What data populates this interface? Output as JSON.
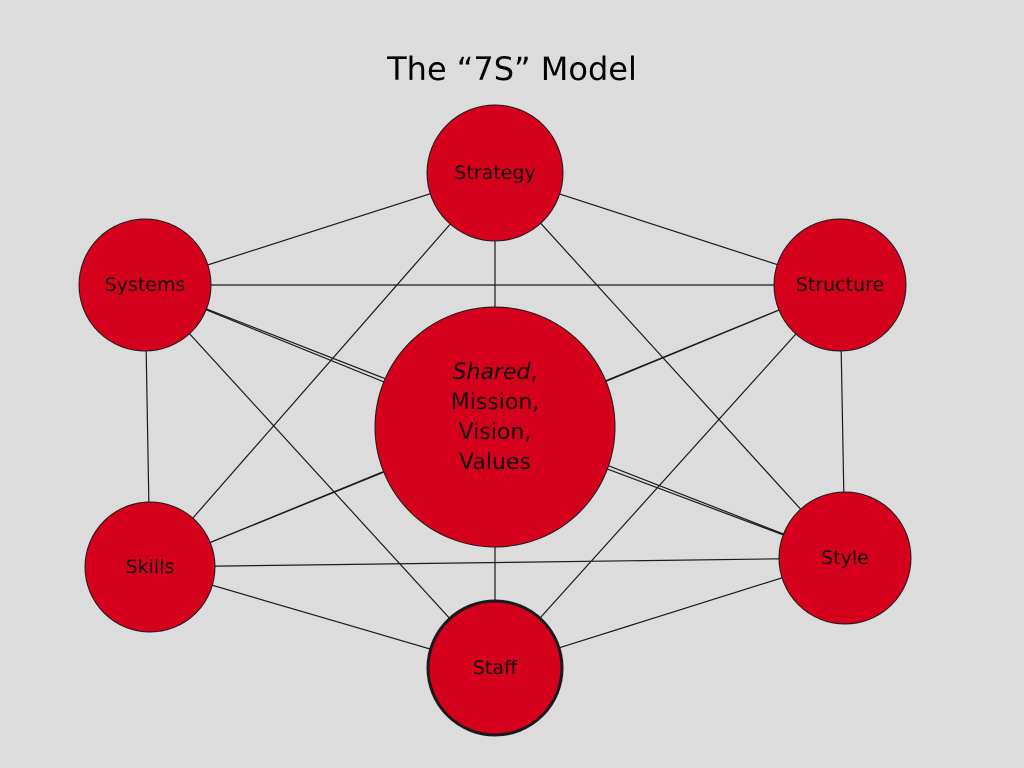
{
  "title": "The “7S” Model",
  "colors": {
    "node_fill": "#d5001c",
    "node_stroke": "#1a1a1a",
    "background": "#dcdcdc"
  },
  "nodes": [
    {
      "id": "strategy",
      "label": "Strategy"
    },
    {
      "id": "systems",
      "label": "Systems"
    },
    {
      "id": "structure",
      "label": "Structure"
    },
    {
      "id": "skills",
      "label": "Skills"
    },
    {
      "id": "style",
      "label": "Style"
    },
    {
      "id": "staff",
      "label": "Staff",
      "emphasized": true
    }
  ],
  "center": {
    "id": "shared",
    "lines": [
      {
        "text": "Shared",
        "italic": true,
        "suffix": ","
      },
      {
        "text": "Mission,"
      },
      {
        "text": "Vision,"
      },
      {
        "text": "Values"
      }
    ]
  },
  "edges": [
    [
      "strategy",
      "systems"
    ],
    [
      "strategy",
      "structure"
    ],
    [
      "strategy",
      "skills"
    ],
    [
      "strategy",
      "style"
    ],
    [
      "strategy",
      "shared"
    ],
    [
      "systems",
      "structure"
    ],
    [
      "systems",
      "skills"
    ],
    [
      "systems",
      "staff"
    ],
    [
      "systems",
      "shared"
    ],
    [
      "systems",
      "style"
    ],
    [
      "structure",
      "style"
    ],
    [
      "structure",
      "staff"
    ],
    [
      "structure",
      "shared"
    ],
    [
      "structure",
      "skills"
    ],
    [
      "skills",
      "style"
    ],
    [
      "skills",
      "staff"
    ],
    [
      "skills",
      "shared"
    ],
    [
      "style",
      "staff"
    ],
    [
      "style",
      "shared"
    ],
    [
      "staff",
      "shared"
    ]
  ]
}
